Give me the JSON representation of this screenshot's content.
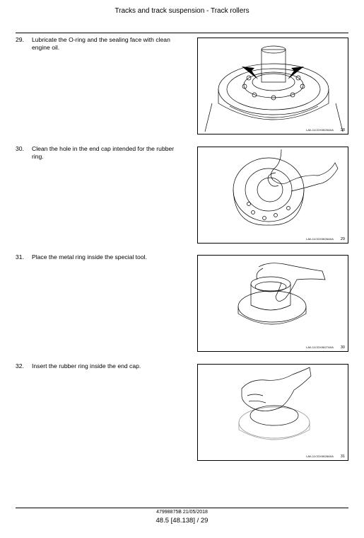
{
  "header": {
    "title": "Tracks and track suspension - Track rollers"
  },
  "steps": [
    {
      "number": "29.",
      "text": "Lubricate the O-ring and the sealing face with clean engine oil.",
      "figure_code": "LAIL11CDX0825A0A",
      "figure_number": "28"
    },
    {
      "number": "30.",
      "text": "Clean the hole in the end cap intended for the rubber ring.",
      "figure_code": "LAIL11CDX0826A0A",
      "figure_number": "29"
    },
    {
      "number": "31.",
      "text": "Place the metal ring inside the special tool.",
      "figure_code": "LAIL11CDX0827A0A",
      "figure_number": "30"
    },
    {
      "number": "32.",
      "text": "Insert the rubber ring inside the end cap.",
      "figure_code": "LAIL11CDX0828A0A",
      "figure_number": "31"
    }
  ],
  "footer": {
    "doc_ref": "47998875B 21/05/2018",
    "page": "48.5 [48.138] / 29"
  }
}
